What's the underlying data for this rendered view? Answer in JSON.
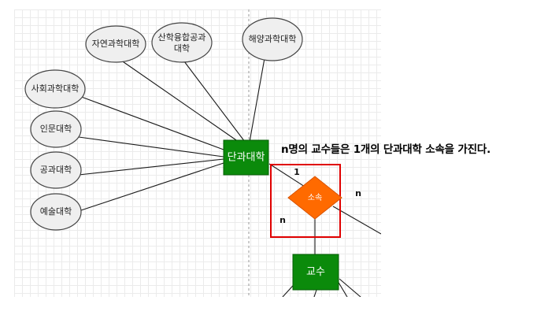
{
  "caption": "n명의 교수들은 1개의 단과대학 소속을 가진다.",
  "nodes": {
    "college_science": "자연과학대학",
    "college_industry_1": "산학융합공과",
    "college_industry_2": "대학",
    "college_ocean": "해양과학대학",
    "college_social": "사회과학대학",
    "college_humanities": "인문대학",
    "college_engineering": "공과대학",
    "college_arts": "예술대학",
    "entity_college": "단과대학",
    "relation_belongs": "소속",
    "entity_professor": "교수"
  },
  "cardinalities": {
    "one": "1",
    "n_right": "n",
    "n_left": "n"
  },
  "colors": {
    "entity": "#0b8a0b",
    "relation": "#ff6a00",
    "attribute_fill": "#efefef",
    "highlight": "#e00000"
  }
}
